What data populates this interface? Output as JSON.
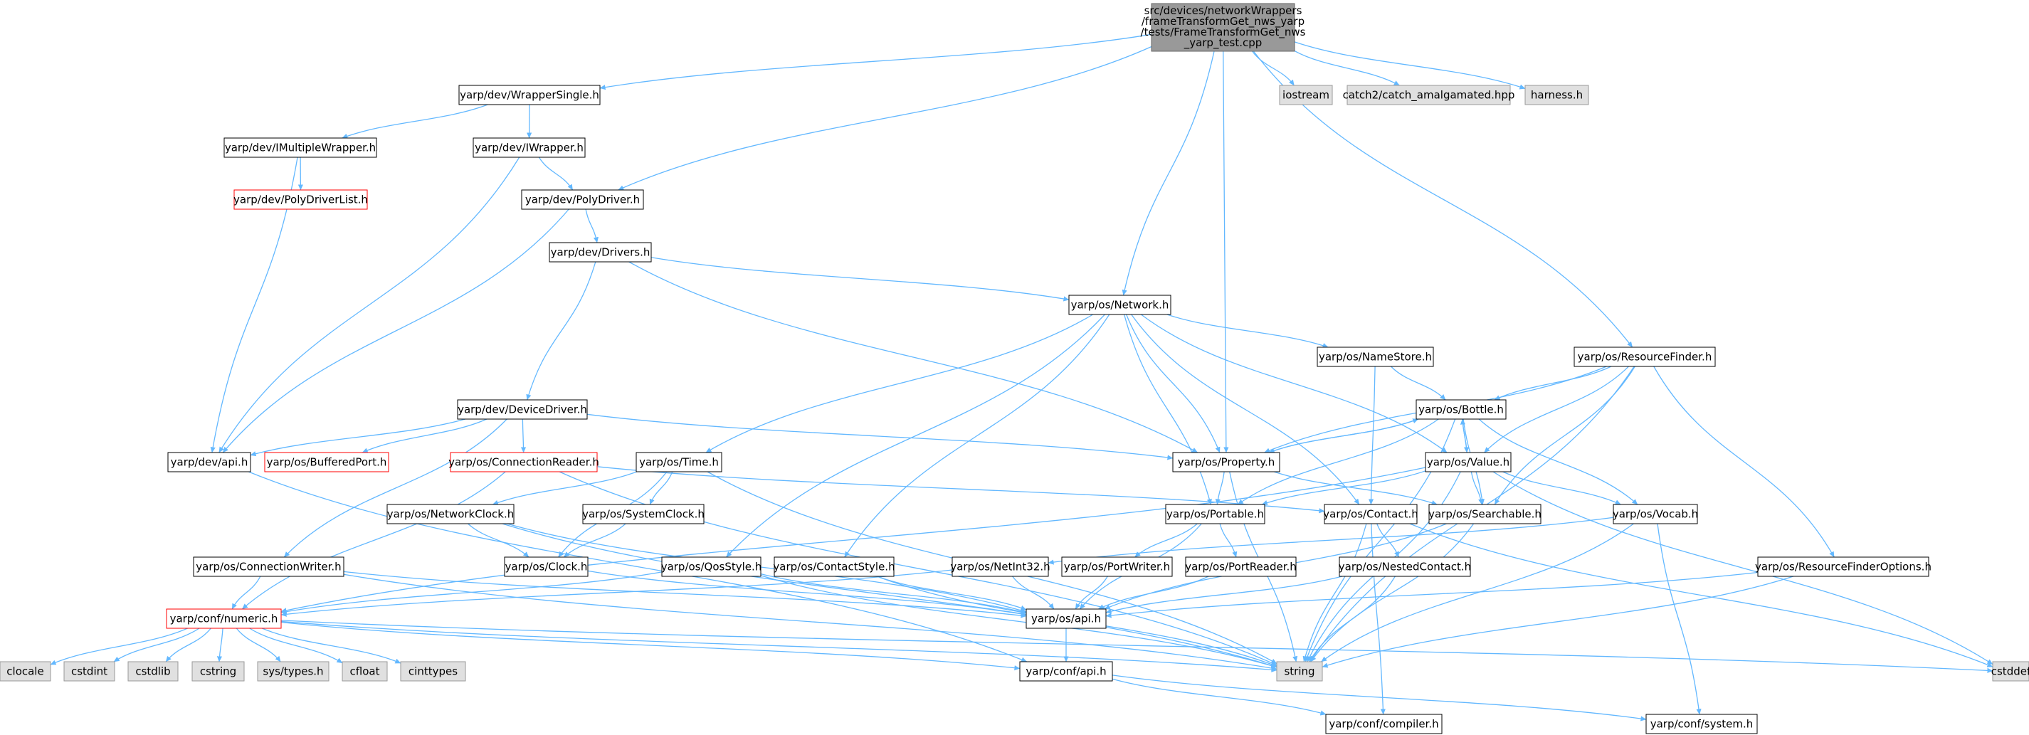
{
  "colors": {
    "edge": "#63b8ff",
    "node_fill": "#ffffff",
    "node_border": "#000000",
    "root_fill": "#999999",
    "root_border": "#666666",
    "system_fill": "#e0e0e0",
    "system_border": "#999999",
    "truncated_border": "#ff0000"
  },
  "root": {
    "lines": [
      "src/devices/networkWrappers",
      "/frameTransformGet_nws_yarp",
      "/tests/FrameTransformGet_nws",
      "_yarp_test.cpp"
    ]
  },
  "nodes": [
    {
      "id": "wrappersingle",
      "label": "yarp/dev/WrapperSingle.h",
      "kind": "normal"
    },
    {
      "id": "iostream",
      "label": "iostream",
      "kind": "system"
    },
    {
      "id": "catch2",
      "label": "catch2/catch_amalgamated.hpp",
      "kind": "system"
    },
    {
      "id": "harness",
      "label": "harness.h",
      "kind": "system"
    },
    {
      "id": "imultiplewrapper",
      "label": "yarp/dev/IMultipleWrapper.h",
      "kind": "normal"
    },
    {
      "id": "iwrapper",
      "label": "yarp/dev/IWrapper.h",
      "kind": "normal"
    },
    {
      "id": "polydriverlist",
      "label": "yarp/dev/PolyDriverList.h",
      "kind": "truncated"
    },
    {
      "id": "polydriver",
      "label": "yarp/dev/PolyDriver.h",
      "kind": "normal"
    },
    {
      "id": "drivers",
      "label": "yarp/dev/Drivers.h",
      "kind": "normal"
    },
    {
      "id": "network",
      "label": "yarp/os/Network.h",
      "kind": "normal"
    },
    {
      "id": "resourcefinder",
      "label": "yarp/os/ResourceFinder.h",
      "kind": "normal"
    },
    {
      "id": "namestore",
      "label": "yarp/os/NameStore.h",
      "kind": "normal"
    },
    {
      "id": "devicedriver",
      "label": "yarp/dev/DeviceDriver.h",
      "kind": "normal"
    },
    {
      "id": "bottle",
      "label": "yarp/os/Bottle.h",
      "kind": "normal"
    },
    {
      "id": "devapi",
      "label": "yarp/dev/api.h",
      "kind": "normal"
    },
    {
      "id": "bufferedport",
      "label": "yarp/os/BufferedPort.h",
      "kind": "truncated"
    },
    {
      "id": "connectionreader",
      "label": "yarp/os/ConnectionReader.h",
      "kind": "truncated"
    },
    {
      "id": "time",
      "label": "yarp/os/Time.h",
      "kind": "normal"
    },
    {
      "id": "property",
      "label": "yarp/os/Property.h",
      "kind": "normal"
    },
    {
      "id": "value",
      "label": "yarp/os/Value.h",
      "kind": "normal"
    },
    {
      "id": "networkclock",
      "label": "yarp/os/NetworkClock.h",
      "kind": "normal"
    },
    {
      "id": "systemclock",
      "label": "yarp/os/SystemClock.h",
      "kind": "normal"
    },
    {
      "id": "portable",
      "label": "yarp/os/Portable.h",
      "kind": "normal"
    },
    {
      "id": "contact",
      "label": "yarp/os/Contact.h",
      "kind": "normal"
    },
    {
      "id": "searchable",
      "label": "yarp/os/Searchable.h",
      "kind": "normal"
    },
    {
      "id": "vocab",
      "label": "yarp/os/Vocab.h",
      "kind": "normal"
    },
    {
      "id": "clock",
      "label": "yarp/os/Clock.h",
      "kind": "normal"
    },
    {
      "id": "connectionwriter",
      "label": "yarp/os/ConnectionWriter.h",
      "kind": "normal"
    },
    {
      "id": "qosstyle",
      "label": "yarp/os/QosStyle.h",
      "kind": "normal"
    },
    {
      "id": "contactstyle",
      "label": "yarp/os/ContactStyle.h",
      "kind": "normal"
    },
    {
      "id": "netint32",
      "label": "yarp/os/NetInt32.h",
      "kind": "normal"
    },
    {
      "id": "portwriter",
      "label": "yarp/os/PortWriter.h",
      "kind": "normal"
    },
    {
      "id": "portreader",
      "label": "yarp/os/PortReader.h",
      "kind": "normal"
    },
    {
      "id": "nestedcontact",
      "label": "yarp/os/NestedContact.h",
      "kind": "normal"
    },
    {
      "id": "rfoptions",
      "label": "yarp/os/ResourceFinderOptions.h",
      "kind": "normal"
    },
    {
      "id": "numeric",
      "label": "yarp/conf/numeric.h",
      "kind": "truncated"
    },
    {
      "id": "osapi",
      "label": "yarp/os/api.h",
      "kind": "normal"
    },
    {
      "id": "clocale",
      "label": "clocale",
      "kind": "system"
    },
    {
      "id": "cstdint",
      "label": "cstdint",
      "kind": "system"
    },
    {
      "id": "cstdlib",
      "label": "cstdlib",
      "kind": "system"
    },
    {
      "id": "cstring",
      "label": "cstring",
      "kind": "system"
    },
    {
      "id": "systypes",
      "label": "sys/types.h",
      "kind": "system"
    },
    {
      "id": "cfloat",
      "label": "cfloat",
      "kind": "system"
    },
    {
      "id": "cinttypes",
      "label": "cinttypes",
      "kind": "system"
    },
    {
      "id": "string",
      "label": "string",
      "kind": "system"
    },
    {
      "id": "confapi",
      "label": "yarp/conf/api.h",
      "kind": "normal"
    },
    {
      "id": "cstddef",
      "label": "cstddef",
      "kind": "system"
    },
    {
      "id": "compiler",
      "label": "yarp/conf/compiler.h",
      "kind": "normal"
    },
    {
      "id": "system",
      "label": "yarp/conf/system.h",
      "kind": "normal"
    }
  ],
  "edges": [
    [
      "root",
      "wrappersingle"
    ],
    [
      "root",
      "polydriver"
    ],
    [
      "root",
      "network"
    ],
    [
      "root",
      "property"
    ],
    [
      "root",
      "iostream"
    ],
    [
      "root",
      "catch2"
    ],
    [
      "root",
      "harness"
    ],
    [
      "root",
      "resourcefinder"
    ],
    [
      "wrappersingle",
      "imultiplewrapper"
    ],
    [
      "wrappersingle",
      "iwrapper"
    ],
    [
      "imultiplewrapper",
      "polydriverlist"
    ],
    [
      "imultiplewrapper",
      "devapi"
    ],
    [
      "iwrapper",
      "polydriver"
    ],
    [
      "iwrapper",
      "devapi"
    ],
    [
      "polydriver",
      "drivers"
    ],
    [
      "polydriver",
      "devapi"
    ],
    [
      "drivers",
      "network"
    ],
    [
      "drivers",
      "devicedriver"
    ],
    [
      "drivers",
      "property"
    ],
    [
      "network",
      "namestore"
    ],
    [
      "network",
      "time"
    ],
    [
      "network",
      "property"
    ],
    [
      "network",
      "value"
    ],
    [
      "network",
      "portable"
    ],
    [
      "network",
      "contact"
    ],
    [
      "network",
      "qosstyle"
    ],
    [
      "network",
      "contactstyle"
    ],
    [
      "namestore",
      "bottle"
    ],
    [
      "namestore",
      "contact"
    ],
    [
      "resourcefinder",
      "bottle"
    ],
    [
      "resourcefinder",
      "property"
    ],
    [
      "resourcefinder",
      "value"
    ],
    [
      "resourcefinder",
      "searchable"
    ],
    [
      "resourcefinder",
      "rfoptions"
    ],
    [
      "resourcefinder",
      "string"
    ],
    [
      "devicedriver",
      "devapi"
    ],
    [
      "devicedriver",
      "bufferedport"
    ],
    [
      "devicedriver",
      "connectionreader"
    ],
    [
      "devicedriver",
      "connectionwriter"
    ],
    [
      "devicedriver",
      "property"
    ],
    [
      "bottle",
      "property"
    ],
    [
      "bottle",
      "value"
    ],
    [
      "bottle",
      "searchable"
    ],
    [
      "bottle",
      "vocab"
    ],
    [
      "bottle",
      "portable"
    ],
    [
      "bottle",
      "string"
    ],
    [
      "property",
      "bottle"
    ],
    [
      "property",
      "portable"
    ],
    [
      "property",
      "searchable"
    ],
    [
      "property",
      "string"
    ],
    [
      "value",
      "bottle"
    ],
    [
      "value",
      "searchable"
    ],
    [
      "value",
      "vocab"
    ],
    [
      "value",
      "portable"
    ],
    [
      "value",
      "numeric"
    ],
    [
      "value",
      "string"
    ],
    [
      "value",
      "cstddef"
    ],
    [
      "connectionreader",
      "contact"
    ],
    [
      "connectionreader",
      "numeric"
    ],
    [
      "connectionreader",
      "string"
    ],
    [
      "time",
      "networkclock"
    ],
    [
      "time",
      "systemclock"
    ],
    [
      "time",
      "clock"
    ],
    [
      "time",
      "string"
    ],
    [
      "networkclock",
      "clock"
    ],
    [
      "networkclock",
      "osapi"
    ],
    [
      "networkclock",
      "string"
    ],
    [
      "systemclock",
      "clock"
    ],
    [
      "clock",
      "osapi"
    ],
    [
      "portable",
      "portwriter"
    ],
    [
      "portable",
      "portreader"
    ],
    [
      "portable",
      "osapi"
    ],
    [
      "contact",
      "nestedcontact"
    ],
    [
      "contact",
      "string"
    ],
    [
      "contact",
      "compiler"
    ],
    [
      "contact",
      "cstddef"
    ],
    [
      "searchable",
      "osapi"
    ],
    [
      "searchable",
      "string"
    ],
    [
      "vocab",
      "netint32"
    ],
    [
      "vocab",
      "string"
    ],
    [
      "vocab",
      "system"
    ],
    [
      "connectionwriter",
      "numeric"
    ],
    [
      "connectionwriter",
      "osapi"
    ],
    [
      "connectionwriter",
      "string"
    ],
    [
      "qosstyle",
      "numeric"
    ],
    [
      "qosstyle",
      "osapi"
    ],
    [
      "qosstyle",
      "string"
    ],
    [
      "contactstyle",
      "osapi"
    ],
    [
      "contactstyle",
      "string"
    ],
    [
      "netint32",
      "osapi"
    ],
    [
      "netint32",
      "numeric"
    ],
    [
      "portwriter",
      "osapi"
    ],
    [
      "portreader",
      "osapi"
    ],
    [
      "nestedcontact",
      "osapi"
    ],
    [
      "nestedcontact",
      "string"
    ],
    [
      "rfoptions",
      "osapi"
    ],
    [
      "rfoptions",
      "string"
    ],
    [
      "devapi",
      "confapi"
    ],
    [
      "osapi",
      "confapi"
    ],
    [
      "numeric",
      "clocale"
    ],
    [
      "numeric",
      "cstdint"
    ],
    [
      "numeric",
      "cstdlib"
    ],
    [
      "numeric",
      "cstring"
    ],
    [
      "numeric",
      "systypes"
    ],
    [
      "numeric",
      "cfloat"
    ],
    [
      "numeric",
      "cinttypes"
    ],
    [
      "numeric",
      "string"
    ],
    [
      "numeric",
      "confapi"
    ],
    [
      "numeric",
      "cstddef"
    ],
    [
      "confapi",
      "compiler"
    ],
    [
      "confapi",
      "system"
    ]
  ]
}
